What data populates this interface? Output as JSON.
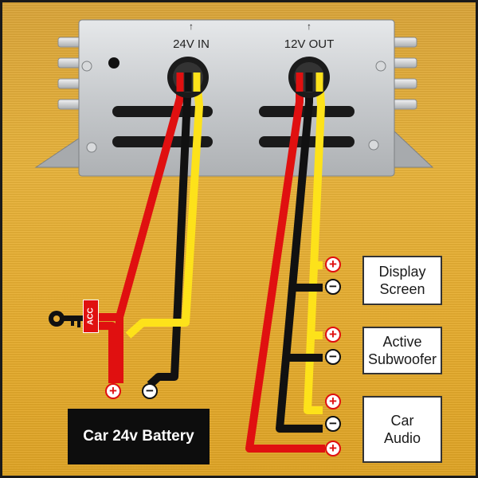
{
  "converter": {
    "input_label": "24V IN",
    "output_label": "12V OUT",
    "arrow_glyph": "↑"
  },
  "battery": {
    "label": "Car 24v Battery",
    "positive_symbol": "+",
    "negative_symbol": "−"
  },
  "switch": {
    "label": "ACC",
    "icon": "key-icon"
  },
  "loads": [
    {
      "line1": "Display",
      "line2": "Screen",
      "positive_symbol": "+",
      "negative_symbol": "−"
    },
    {
      "line1": "Active",
      "line2": "Subwoofer",
      "positive_symbol": "+",
      "negative_symbol": "−"
    },
    {
      "line1": "Car",
      "line2": "Audio",
      "positive_symbol": "+",
      "negative_symbol": "−",
      "extra_symbol": "+"
    }
  ],
  "colors": {
    "wire_red": "#e01010",
    "wire_black": "#111111",
    "wire_yellow": "#fde21a",
    "background": "#e5ab33",
    "housing": "#c9ccd0"
  }
}
